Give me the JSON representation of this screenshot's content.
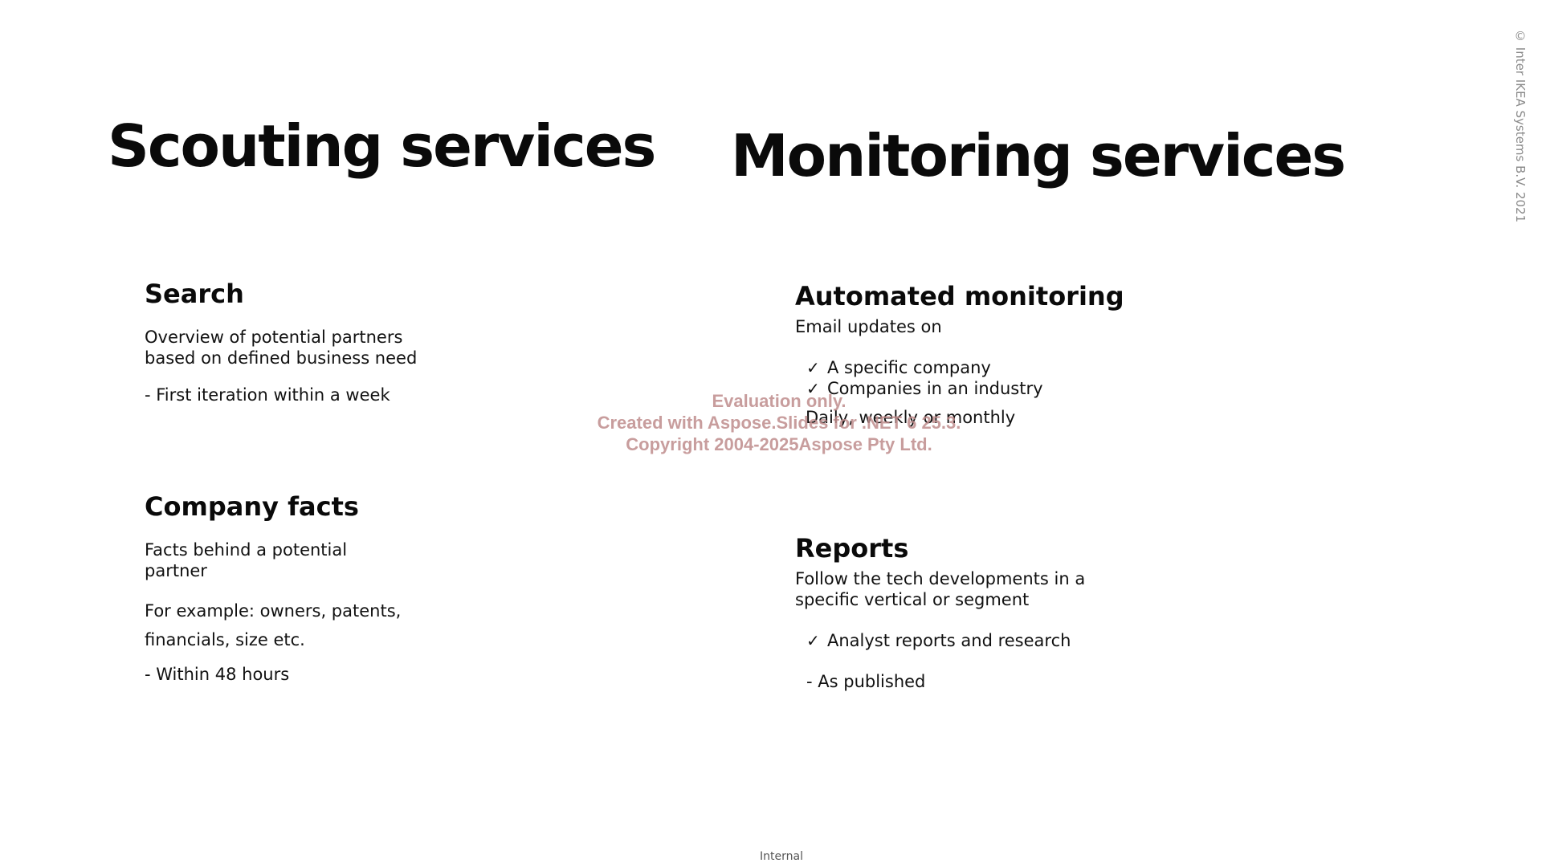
{
  "scouting": {
    "title": "Scouting services",
    "search": {
      "heading": "Search",
      "line1": "Overview of potential partners based on defined business need",
      "line2": "- First iteration within a week"
    },
    "company_facts": {
      "heading": "Company facts",
      "line1": "Facts behind a potential partner",
      "line2": "For example: owners, patents, financials, size etc.",
      "line3": "- Within 48 hours"
    }
  },
  "monitoring": {
    "title": "Monitoring services",
    "automated": {
      "heading": "Automated monitoring",
      "line1": "Email updates on",
      "items": [
        "A specific company",
        "Companies in an industry"
      ],
      "line2": "Daily, weekly or monthly"
    },
    "reports": {
      "heading": "Reports",
      "line1": "Follow the tech developments in a specific vertical or segment",
      "items": [
        "Analyst reports and research"
      ],
      "line2": "- As published"
    }
  },
  "check_glyph": "✓",
  "copyright": "© Inter IKEA Systems B.V. 2021",
  "footer": "Internal",
  "watermark": {
    "line1": "Evaluation only.",
    "line2": "Created with Aspose.Slides for .NET 6 25.3.",
    "line3": "Copyright 2004-2025Aspose Pty Ltd."
  }
}
